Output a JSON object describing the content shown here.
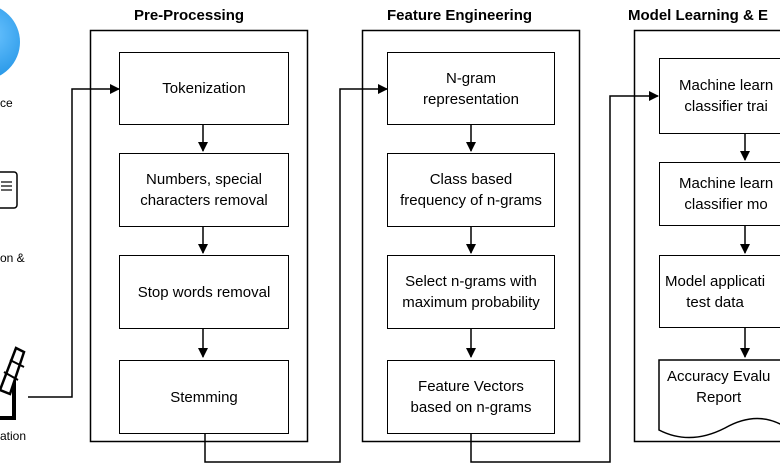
{
  "stages": [
    {
      "title": "Pre-Processing",
      "steps": [
        "Tokenization",
        "Numbers, special\ncharacters removal",
        "Stop words removal",
        "Stemming"
      ]
    },
    {
      "title": "Feature Engineering",
      "steps": [
        "N-gram\nrepresentation",
        "Class based\nfrequency of n-grams",
        "Select n-grams with\nmaximum probability",
        "Feature Vectors\nbased on n-grams"
      ]
    },
    {
      "title": "Model Learning & E",
      "steps": [
        "Machine learn\nclassifier trai",
        "Machine learn\nclassifier mo",
        "Model applicati\ntest data",
        "Accuracy Evalu\nReport"
      ]
    }
  ],
  "left_panel": {
    "labels": [
      "ce",
      "on &",
      "ation"
    ],
    "icons": [
      "data-source-icon",
      "document-icon",
      "pen-icon"
    ]
  },
  "colors": {
    "accent": "#1a8fe3",
    "stroke": "#000000"
  }
}
